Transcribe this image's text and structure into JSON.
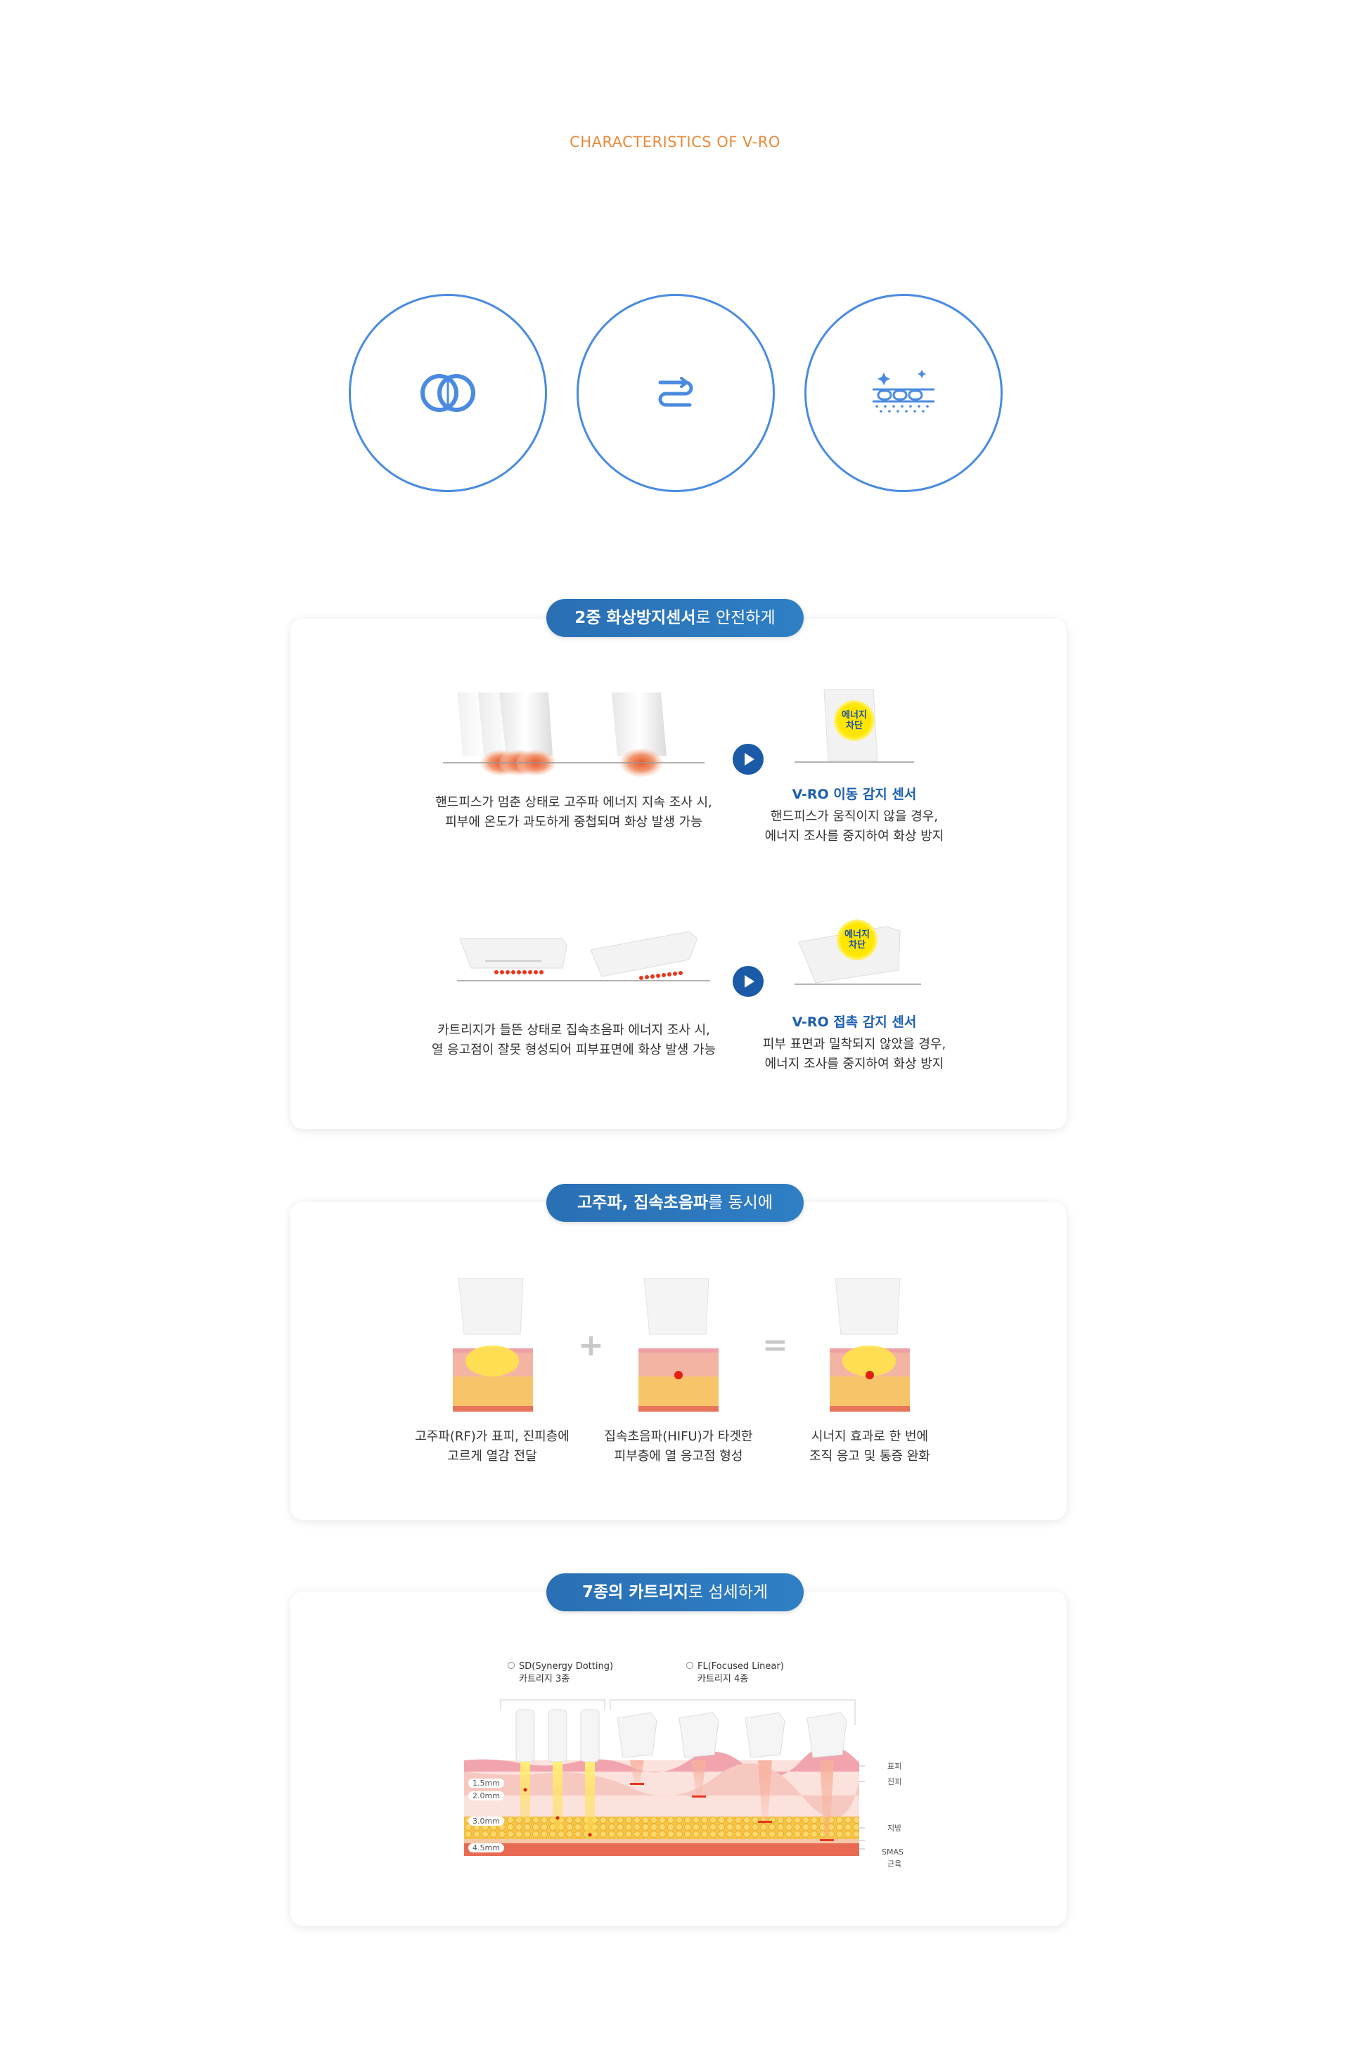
{
  "heading": "CHARACTERISTICS OF V-RO",
  "icons": [
    "overlap-rings-icon",
    "flow-arrows-icon",
    "skin-layer-icon"
  ],
  "colors": {
    "accent_orange": "#e8893a",
    "accent_blue": "#4a8be0",
    "pill_blue": "#2a6fb4",
    "title_blue": "#1c5fb0",
    "energy_yellow": "#ffe600"
  },
  "section1": {
    "pill_bold": "2중 화상방지센서",
    "pill_rest": "로 안전하게",
    "row1": {
      "left_line1": "핸드피스가 멈춘 상태로 고주파 에너지 지속 조사 시,",
      "left_line2": "피부에 온도가 과도하게 중첩되며 화상 발생 가능",
      "badge": "에너지 차단",
      "right_title": "V-RO 이동 감지 센서",
      "right_line1": "핸드피스가 움직이지 않을 경우,",
      "right_line2": "에너지 조사를 중지하여 화상 방지"
    },
    "row2": {
      "left_line1": "카트리지가 들뜬 상태로 집속초음파 에너지 조사 시,",
      "left_line2": "열 응고점이 잘못 형성되어 피부표면에 화상 발생 가능",
      "badge": "에너지 차단",
      "right_title": "V-RO 접촉 감지 센서",
      "right_line1": "피부 표면과 밀착되지 않았을 경우,",
      "right_line2": "에너지 조사를 중지하여 화상 방지"
    }
  },
  "section2": {
    "pill_bold": "고주파, 집속초음파",
    "pill_rest": "를 동시에",
    "plus": "+",
    "equals": "=",
    "captions": [
      {
        "line1": "고주파(RF)가 표피, 진피층에",
        "line2": "고르게 열감 전달"
      },
      {
        "line1": "집속초음파(HIFU)가 타겟한",
        "line2": "피부층에 열 응고점 형성"
      },
      {
        "line1": "시너지 효과로 한 번에",
        "line2": "조직 응고 및 통증 완화"
      }
    ]
  },
  "section3": {
    "pill_bold": "7종의 카트리지",
    "pill_rest": "로 섬세하게",
    "sd_line1": "SD(Synergy Dotting)",
    "sd_line2": "카트리지 3종",
    "fl_line1": "FL(Focused Linear)",
    "fl_line2": "카트리지 4종",
    "depths": [
      "1.5mm",
      "2.0mm",
      "3.0mm",
      "4.5mm"
    ],
    "layers": [
      "표피",
      "진피",
      "지방",
      "SMAS",
      "근육"
    ]
  }
}
